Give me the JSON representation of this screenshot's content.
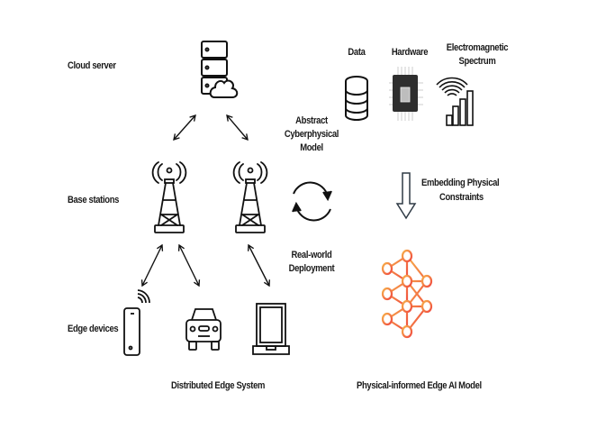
{
  "diagram": {
    "left_panel": {
      "title": "Distributed Edge System",
      "tiers": [
        {
          "label": "Cloud server",
          "icon": "cloud-server-icon"
        },
        {
          "label": "Base stations",
          "icon": "cell-tower-icon"
        },
        {
          "label": "Edge devices",
          "icon": "device-icons"
        }
      ],
      "devices": [
        "smartphone-icon",
        "car-icon",
        "laptop-icon"
      ]
    },
    "cycle": {
      "top_label_lines": [
        "Abstract",
        "Cyberphysical",
        "Model"
      ],
      "bottom_label_lines": [
        "Real-world",
        "Deployment"
      ]
    },
    "right_panel": {
      "inputs": [
        {
          "label_lines": [
            "Data"
          ],
          "icon": "database-icon"
        },
        {
          "label_lines": [
            "Hardware"
          ],
          "icon": "chip-icon"
        },
        {
          "label_lines": [
            "Electromagnetic",
            "Spectrum"
          ],
          "icon": "signal-spectrum-icon"
        }
      ],
      "arrow_label_lines": [
        "Embedding Physical",
        "Constraints"
      ],
      "output_title": "Physical-informed Edge AI Model",
      "gradient_colors": [
        "#f7b14a",
        "#f0473f"
      ]
    }
  }
}
